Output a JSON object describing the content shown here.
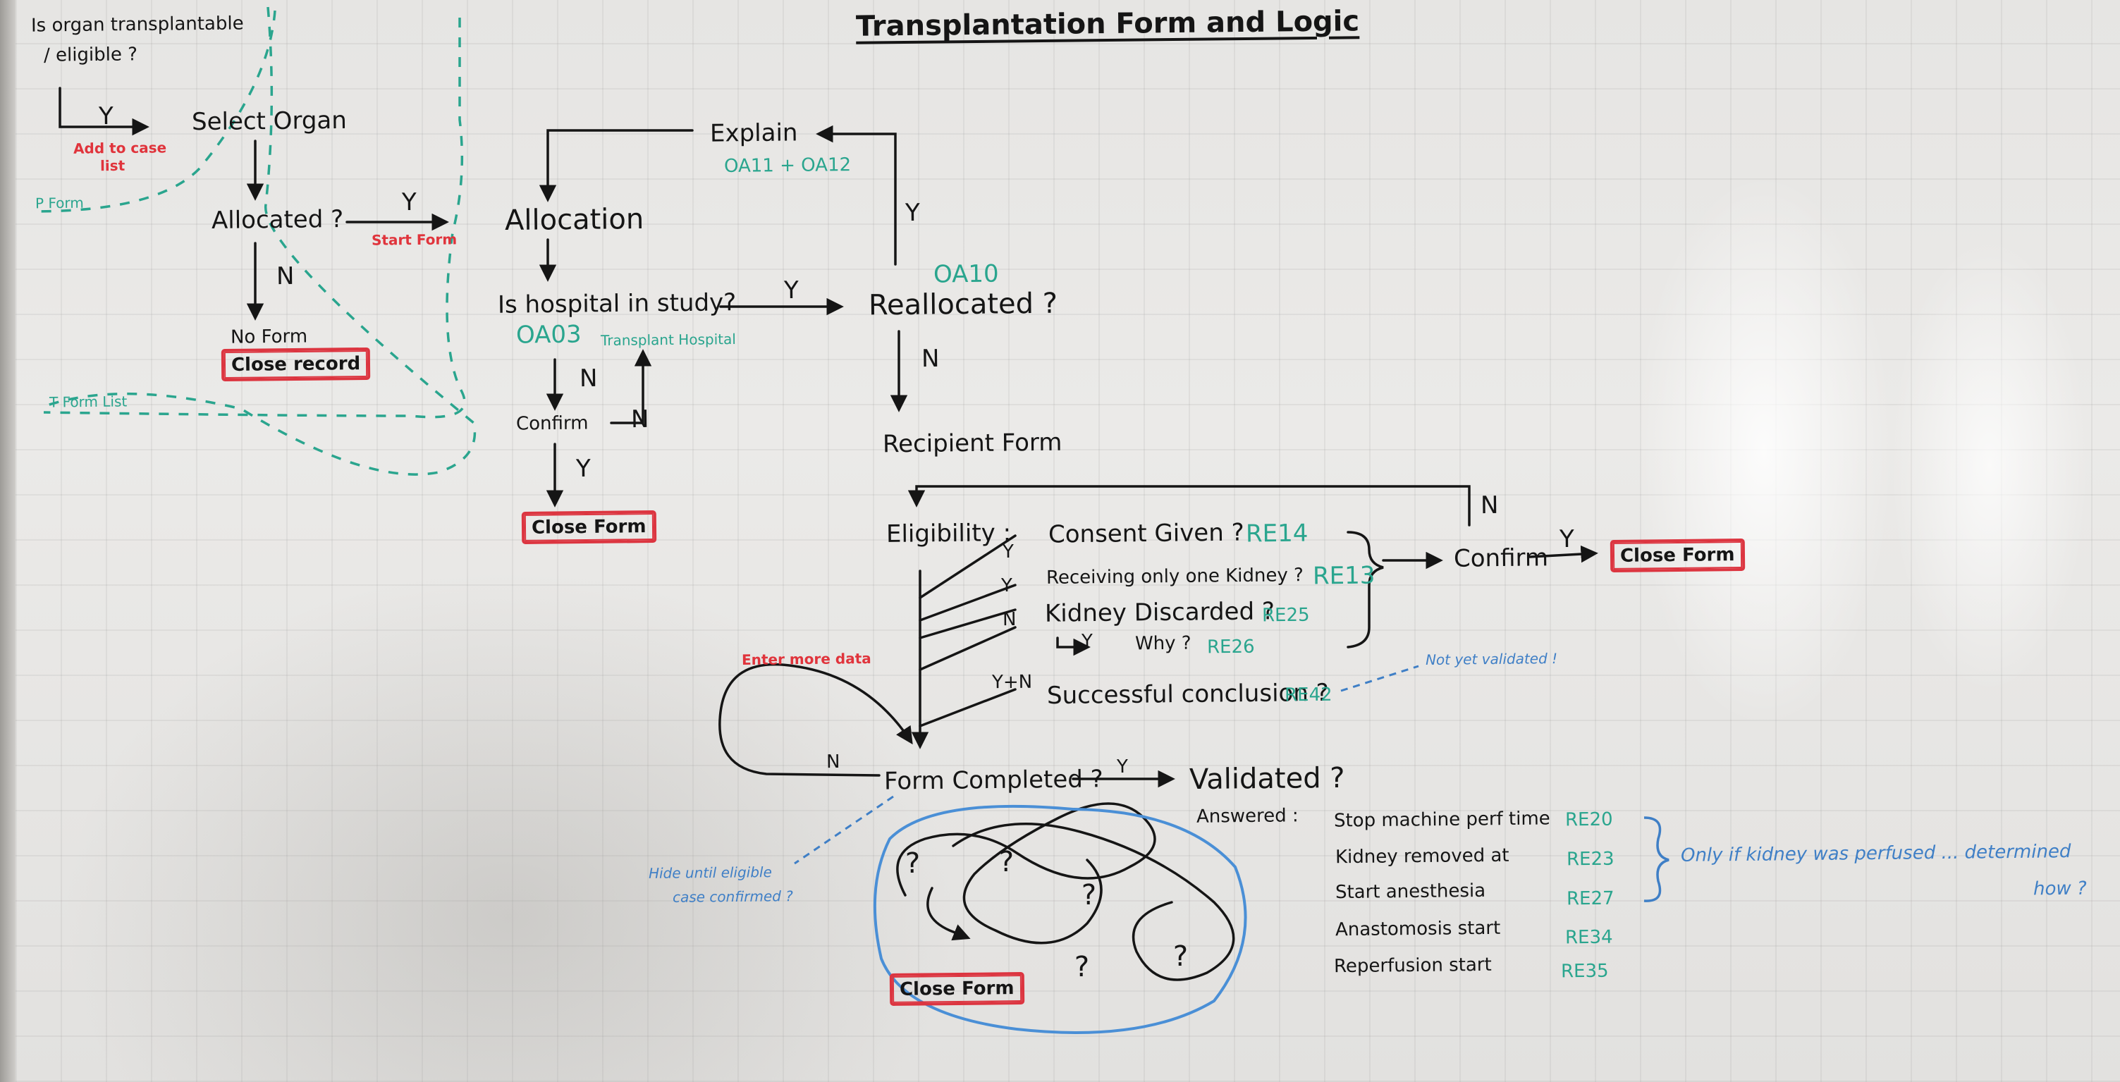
{
  "title": "Transplantation Form and Logic",
  "top_left": {
    "question_line1": "Is organ transplantable",
    "question_line2": "/ eligible ?",
    "yes_label": "Y",
    "add_note_line1": "Add to case",
    "add_note_line2": "list",
    "select_organ": "Select Organ",
    "allocated": "Allocated ?",
    "no_label": "N",
    "yes_start_label": "Y",
    "start_form": "Start Form",
    "no_form": "No Form",
    "close_record": "Close record",
    "p_form": "P Form",
    "t_form_list": "T Form List"
  },
  "allocation": {
    "explain": "Explain",
    "explain_codes": "OA11 + OA12",
    "yes_explain": "Y",
    "allocation": "Allocation",
    "hospital_question": "Is hospital in study?",
    "hospital_code": "OA03",
    "transplant_hospital": "Transplant Hospital",
    "yes_label": "Y",
    "no_label": "N",
    "confirm": "Confirm",
    "confirm_no": "N",
    "confirm_yes": "Y",
    "close_form": "Close Form"
  },
  "reallocated": {
    "code": "OA10",
    "label": "Reallocated ?",
    "no_label": "N",
    "recipient_form": "Recipient Form"
  },
  "eligibility": {
    "label": "Eligibility :",
    "items": [
      {
        "text": "Consent Given ?",
        "code": "RE14",
        "branch": "Y"
      },
      {
        "text": "Receiving only one Kidney ?",
        "code": "RE13",
        "branch": "Y"
      },
      {
        "text": "Kidney Discarded ?",
        "code": "RE25",
        "branch": "N"
      },
      {
        "text": "Why ?",
        "code": "RE26",
        "branch": "Y"
      },
      {
        "text": "Successful conclusion ?",
        "code": "RE42",
        "branch": "Y+N"
      }
    ],
    "confirm": "Confirm",
    "loop_no": "N",
    "yes_label": "Y",
    "close_form": "Close Form",
    "not_validated_note": "Not yet validated !"
  },
  "completion": {
    "enter_more": "Enter more data",
    "no_label": "N",
    "form_completed": "Form Completed ?",
    "yes_label": "Y",
    "validated": "Validated ?",
    "answered": "Answered :",
    "hide_note_line1": "Hide until eligible",
    "hide_note_line2": "case confirmed ?",
    "close_form": "Close Form",
    "question_mark": "?",
    "answers": [
      {
        "text": "Stop machine perf time",
        "code": "RE20"
      },
      {
        "text": "Kidney removed at",
        "code": "RE23"
      },
      {
        "text": "Start anesthesia",
        "code": "RE27"
      },
      {
        "text": "Anastomosis start",
        "code": "RE34"
      },
      {
        "text": "Reperfusion start",
        "code": "RE35"
      }
    ],
    "perfused_note_line1": "Only if kidney was perfused ... determined",
    "perfused_note_line2": "how ?"
  },
  "colors": {
    "ink": "#151515",
    "red": "#e0343c",
    "teal": "#2aa58e",
    "blue": "#3f7fc6"
  }
}
